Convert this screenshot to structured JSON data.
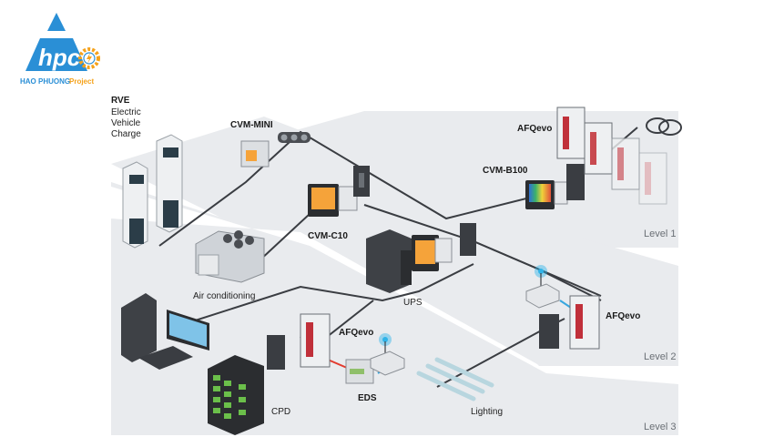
{
  "logo": {
    "brand_mark": "hpc",
    "company_name": "HAO PHUONG",
    "company_suffix": "Project",
    "colors": {
      "primary": "#2a8fd6",
      "accent": "#f5a21b"
    }
  },
  "diagram": {
    "title_block": {
      "line1": "RVE",
      "line2": "Electric",
      "line3": "Vehicle",
      "line4": "Charge"
    },
    "levels": [
      {
        "label": "Level 1"
      },
      {
        "label": "Level 2"
      },
      {
        "label": "Level 3"
      }
    ],
    "devices": {
      "cvm_mini": "CVM-MINI",
      "cvm_c10": "CVM-C10",
      "cvm_b100": "CVM-B100",
      "afqevo_top": "AFQevo",
      "afqevo_mid": "AFQevo",
      "afqevo_low": "AFQevo",
      "eds": "EDS",
      "ups": "UPS",
      "cpd": "CPD",
      "air_conditioning": "Air conditioning",
      "lighting": "Lighting"
    },
    "colors": {
      "band": "#e9ebee",
      "cable": "#3a3d42",
      "meter_screen": "#f5a33a",
      "afq_red": "#c0303a",
      "wifi_glow": "#2fb3e8",
      "rs485_red": "#e33b2e",
      "rs485_blue": "#38a7df",
      "monitor": "#7fc3e8",
      "rack_led": "#6bbf4a"
    }
  }
}
